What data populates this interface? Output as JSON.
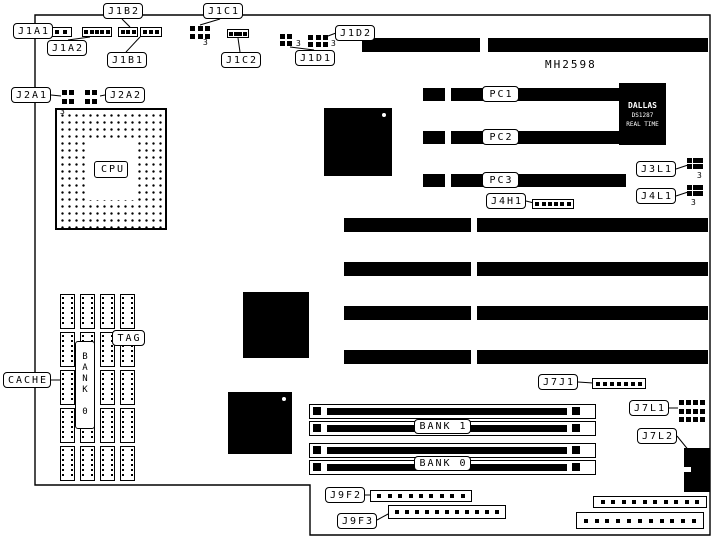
{
  "diagram": {
    "part_number": "MH2598",
    "rtc_chip": {
      "brand": "DALLAS",
      "model": "DS1287",
      "type": "REAL TIME"
    }
  },
  "labels": {
    "j1a1": "J1A1",
    "j1a2": "J1A2",
    "j1b1": "J1B1",
    "j1b2": "J1B2",
    "j1c1": "J1C1",
    "j1c2": "J1C2",
    "j1d1": "J1D1",
    "j1d2": "J1D2",
    "j2a1": "J2A1",
    "j2a2": "J2A2",
    "j3l1": "J3L1",
    "j4l1": "J4L1",
    "j4h1": "J4H1",
    "j7j1": "J7J1",
    "j7l1": "J7L1",
    "j7l2": "J7L2",
    "j9f2": "J9F2",
    "j9f3": "J9F3",
    "cpu": "CPU",
    "cache": "CACHE",
    "tag": "TAG",
    "cache_bank0": "BANK 0",
    "simm_bank1": "BANK 1",
    "simm_bank0": "BANK 0",
    "pc1": "PC1",
    "pc2": "PC2",
    "pc3": "PC3"
  },
  "markers": {
    "pin3": "3"
  }
}
